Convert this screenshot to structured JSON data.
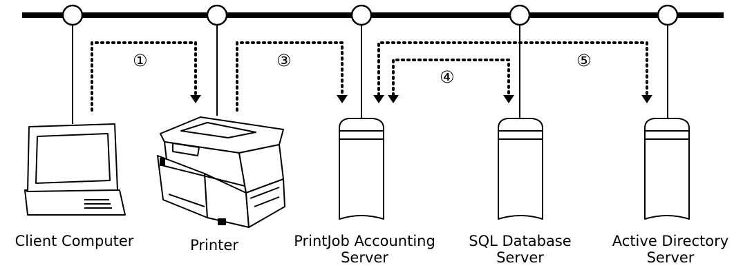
{
  "devices": {
    "client": {
      "label": "Client Computer"
    },
    "printer": {
      "label": "Printer"
    },
    "printjob": {
      "label_line1": "PrintJob Accounting",
      "label_line2": "Server"
    },
    "sql": {
      "label_line1": "SQL Database",
      "label_line2": "Server"
    },
    "ad": {
      "label_line1": "Active Directory",
      "label_line2": "Server"
    }
  },
  "flows": [
    {
      "id": "1",
      "marker": "①"
    },
    {
      "id": "3",
      "marker": "③"
    },
    {
      "id": "4",
      "marker": "④"
    },
    {
      "id": "5",
      "marker": "⑤"
    }
  ],
  "colors": {
    "line": "#000000",
    "background": "#ffffff"
  }
}
